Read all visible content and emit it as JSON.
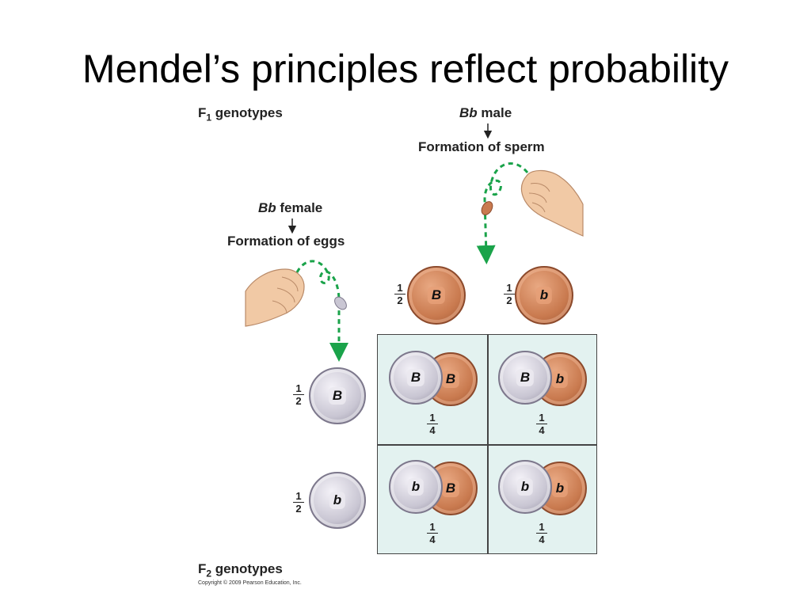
{
  "title": "Mendel’s principles reflect probability",
  "labels": {
    "f1_prefix": "F",
    "f1_sub": "1",
    "f1_rest": " genotypes",
    "f2_prefix": "F",
    "f2_sub": "2",
    "f2_rest": " genotypes",
    "male_allele": "Bb",
    "male_rest": " male",
    "sperm": "Formation of sperm",
    "female_allele": "Bb",
    "female_rest": " female",
    "eggs": "Formation of eggs"
  },
  "gametes": {
    "sperm": [
      {
        "allele": "B",
        "num": "1",
        "den": "2",
        "coin": "penny"
      },
      {
        "allele": "b",
        "num": "1",
        "den": "2",
        "coin": "penny"
      }
    ],
    "eggs": [
      {
        "allele": "B",
        "num": "1",
        "den": "2",
        "coin": "dime"
      },
      {
        "allele": "b",
        "num": "1",
        "den": "2",
        "coin": "dime"
      }
    ]
  },
  "punnett": [
    [
      {
        "egg": "B",
        "sperm": "B",
        "num": "1",
        "den": "4"
      },
      {
        "egg": "B",
        "sperm": "b",
        "num": "1",
        "den": "4"
      }
    ],
    [
      {
        "egg": "b",
        "sperm": "B",
        "num": "1",
        "den": "4"
      },
      {
        "egg": "b",
        "sperm": "b",
        "num": "1",
        "den": "4"
      }
    ]
  ],
  "copyright": "Copyright © 2009 Pearson Education, Inc.",
  "colors": {
    "arrow": "#1aa34a",
    "grid_fill": "#e3f2f0",
    "penny": "#c97a4f",
    "dime": "#c9c6d3"
  }
}
